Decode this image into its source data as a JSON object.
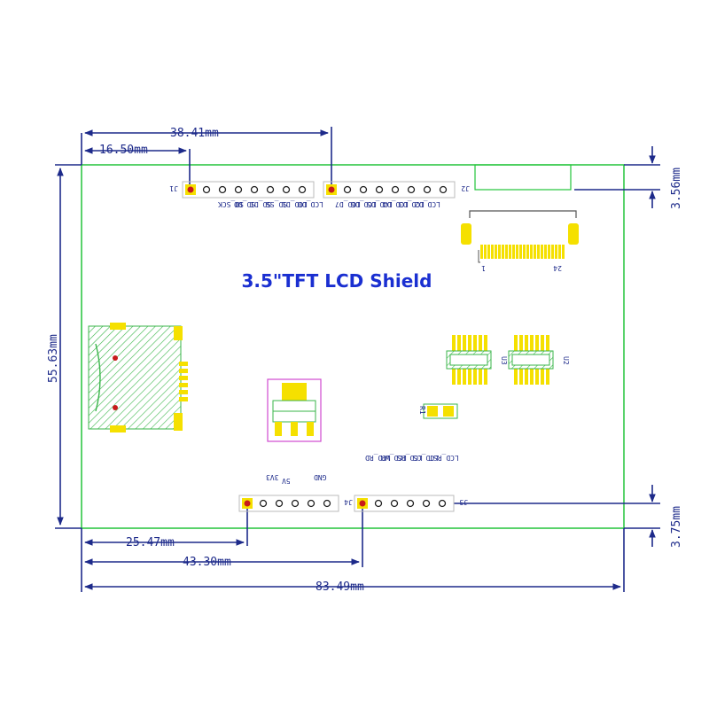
{
  "title": "3.5\"TFT LCD Shield",
  "dimensions": {
    "top_width_short": "16.50mm",
    "top_width_long": "38.41mm",
    "right_top_offset": "3.56mm",
    "height": "55.63mm",
    "right_bottom_offset": "3.75mm",
    "bottom_width_short": "25.47mm",
    "bottom_width_mid": "43.30mm",
    "total_width": "83.49mm"
  },
  "headers": {
    "j1": {
      "id": "J1",
      "pins": [
        "SD_SCK",
        "SD_DO",
        "SD_DI",
        "SD_SS",
        "LCD_D1",
        "LCD_D0"
      ]
    },
    "j2": {
      "id": "J2",
      "pins": [
        "LCD_D7",
        "LCD_D6",
        "LCD_D5",
        "LCD_D4",
        "LCD_D3",
        "LCD_D2"
      ]
    },
    "j4": {
      "id": "J4",
      "pins": [
        "3V3",
        "5V",
        "GND"
      ]
    },
    "j3": {
      "id": "J3",
      "pins": [
        "LCD_RD",
        "LCD_WR",
        "LCD_RS",
        "LCD_CS",
        "LCD_RST"
      ]
    }
  },
  "components": {
    "u2": "U2",
    "u3": "U3",
    "r1": "R1",
    "fpc_pin1": "1",
    "fpc_pin24": "24"
  },
  "colors": {
    "dimension": "#1d2a8a",
    "board_outline": "#22c43a",
    "pad_yellow": "#f5e000",
    "hatch_green": "#3ab54a",
    "magenta": "#d04ad0"
  }
}
